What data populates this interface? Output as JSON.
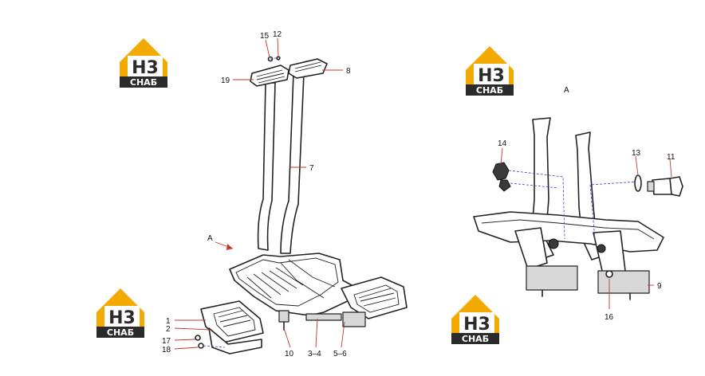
{
  "logos": [
    {
      "top": "H3",
      "bottom": "СНАБ"
    },
    {
      "top": "H3",
      "bottom": "СНАБ"
    },
    {
      "top": "H3",
      "bottom": "СНАБ"
    },
    {
      "top": "H3",
      "bottom": "СНАБ"
    }
  ],
  "view_labels": {
    "main_arrow": "A",
    "detail_title": "A"
  },
  "callouts": {
    "c15": "15",
    "c12": "12",
    "c19": "19",
    "c8": "8",
    "c7": "7",
    "c1": "1",
    "c2": "2",
    "c17": "17",
    "c18": "18",
    "c10": "10",
    "c3_4": "3–4",
    "c5_6": "5–6",
    "c14": "14",
    "c13": "13",
    "c11": "11",
    "c9": "9",
    "c16": "16"
  },
  "colors": {
    "logo_orange": "#f2a900",
    "logo_dark": "#2b2b2b",
    "leader": "#c0392b",
    "hidden_line": "#3b3bd6"
  }
}
